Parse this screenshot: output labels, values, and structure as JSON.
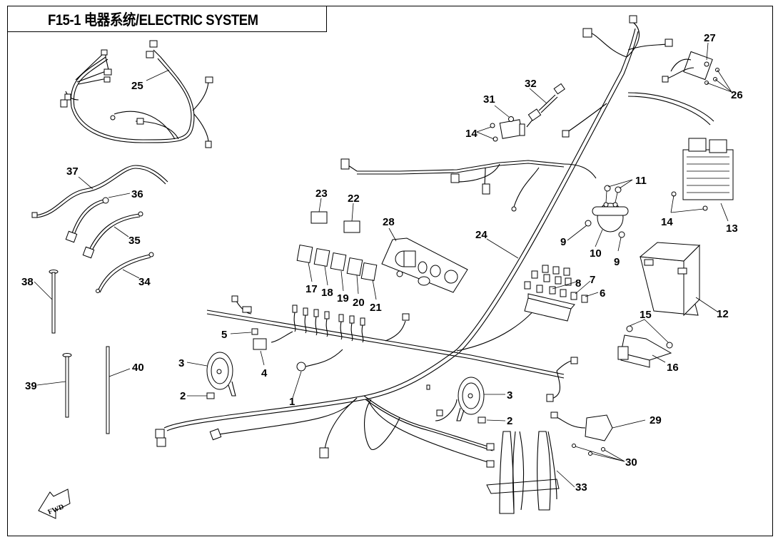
{
  "title": {
    "code": "F15-1",
    "chinese": "电器系统",
    "english": "ELECTRIC SYSTEM",
    "full": "F15-1 电器系统/ELECTRIC SYSTEM"
  },
  "forward_indicator": {
    "label": "FWD",
    "icon": "forward-arrow-icon"
  },
  "callouts": [
    {
      "id": "c1",
      "label": "1"
    },
    {
      "id": "c2a",
      "label": "2"
    },
    {
      "id": "c2b",
      "label": "2"
    },
    {
      "id": "c3a",
      "label": "3"
    },
    {
      "id": "c3b",
      "label": "3"
    },
    {
      "id": "c4",
      "label": "4"
    },
    {
      "id": "c5",
      "label": "5"
    },
    {
      "id": "c6",
      "label": "6"
    },
    {
      "id": "c7",
      "label": "7"
    },
    {
      "id": "c8",
      "label": "8"
    },
    {
      "id": "c9a",
      "label": "9"
    },
    {
      "id": "c9b",
      "label": "9"
    },
    {
      "id": "c10",
      "label": "10"
    },
    {
      "id": "c11",
      "label": "11"
    },
    {
      "id": "c12",
      "label": "12"
    },
    {
      "id": "c13",
      "label": "13"
    },
    {
      "id": "c14a",
      "label": "14"
    },
    {
      "id": "c14b",
      "label": "14"
    },
    {
      "id": "c15",
      "label": "15"
    },
    {
      "id": "c16",
      "label": "16"
    },
    {
      "id": "c17",
      "label": "17"
    },
    {
      "id": "c18",
      "label": "18"
    },
    {
      "id": "c19",
      "label": "19"
    },
    {
      "id": "c20",
      "label": "20"
    },
    {
      "id": "c21",
      "label": "21"
    },
    {
      "id": "c22",
      "label": "22"
    },
    {
      "id": "c23",
      "label": "23"
    },
    {
      "id": "c24",
      "label": "24"
    },
    {
      "id": "c25",
      "label": "25"
    },
    {
      "id": "c26",
      "label": "26"
    },
    {
      "id": "c27",
      "label": "27"
    },
    {
      "id": "c28",
      "label": "28"
    },
    {
      "id": "c29",
      "label": "29"
    },
    {
      "id": "c30",
      "label": "30"
    },
    {
      "id": "c31",
      "label": "31"
    },
    {
      "id": "c32",
      "label": "32"
    },
    {
      "id": "c33",
      "label": "33"
    },
    {
      "id": "c34",
      "label": "34"
    },
    {
      "id": "c35",
      "label": "35"
    },
    {
      "id": "c36",
      "label": "36"
    },
    {
      "id": "c37",
      "label": "37"
    },
    {
      "id": "c38",
      "label": "38"
    },
    {
      "id": "c39",
      "label": "39"
    },
    {
      "id": "c40",
      "label": "40"
    }
  ]
}
